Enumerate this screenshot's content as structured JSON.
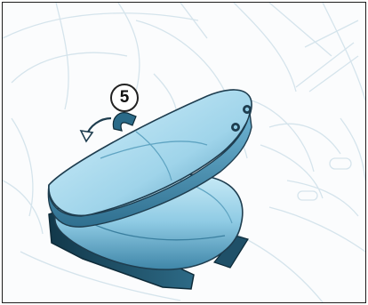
{
  "illustration": {
    "subject": "seat-tilt-illustration",
    "step_number": "5",
    "colors": {
      "seat_fill_light": "#bfe3f2",
      "seat_fill_mid": "#86c8e2",
      "seat_fill_dark": "#3f86a8",
      "outline": "#1e3d4f",
      "background_lines": "#d7e6ee",
      "frame_border": "#1c1c1c"
    },
    "icons": [
      "rotate-arrow-icon",
      "step-number-badge"
    ]
  }
}
